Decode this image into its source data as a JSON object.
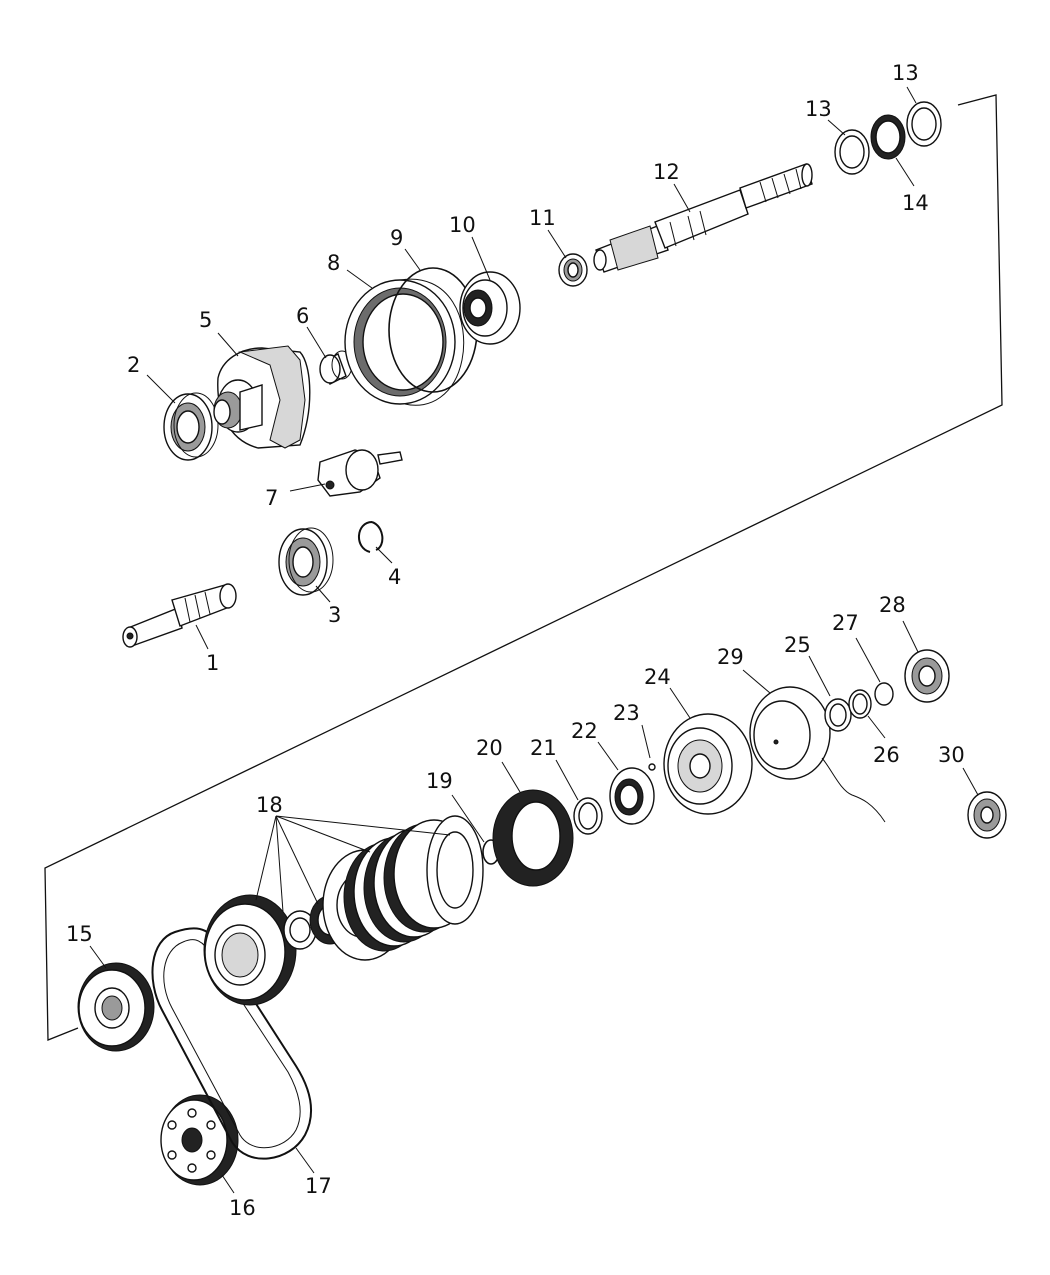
{
  "diagram": {
    "callouts": [
      {
        "id": "1",
        "text": "1"
      },
      {
        "id": "2",
        "text": "2"
      },
      {
        "id": "3",
        "text": "3"
      },
      {
        "id": "4",
        "text": "4"
      },
      {
        "id": "5",
        "text": "5"
      },
      {
        "id": "6",
        "text": "6"
      },
      {
        "id": "7",
        "text": "7"
      },
      {
        "id": "8",
        "text": "8"
      },
      {
        "id": "9",
        "text": "9"
      },
      {
        "id": "10",
        "text": "10"
      },
      {
        "id": "11",
        "text": "11"
      },
      {
        "id": "12",
        "text": "12"
      },
      {
        "id": "13a",
        "text": "13"
      },
      {
        "id": "13b",
        "text": "13"
      },
      {
        "id": "14",
        "text": "14"
      },
      {
        "id": "15",
        "text": "15"
      },
      {
        "id": "16",
        "text": "16"
      },
      {
        "id": "17",
        "text": "17"
      },
      {
        "id": "18",
        "text": "18"
      },
      {
        "id": "19",
        "text": "19"
      },
      {
        "id": "20",
        "text": "20"
      },
      {
        "id": "21",
        "text": "21"
      },
      {
        "id": "22",
        "text": "22"
      },
      {
        "id": "23",
        "text": "23"
      },
      {
        "id": "24",
        "text": "24"
      },
      {
        "id": "25",
        "text": "25"
      },
      {
        "id": "26",
        "text": "26"
      },
      {
        "id": "27",
        "text": "27"
      },
      {
        "id": "28",
        "text": "28"
      },
      {
        "id": "29",
        "text": "29"
      },
      {
        "id": "30",
        "text": "30"
      }
    ]
  }
}
